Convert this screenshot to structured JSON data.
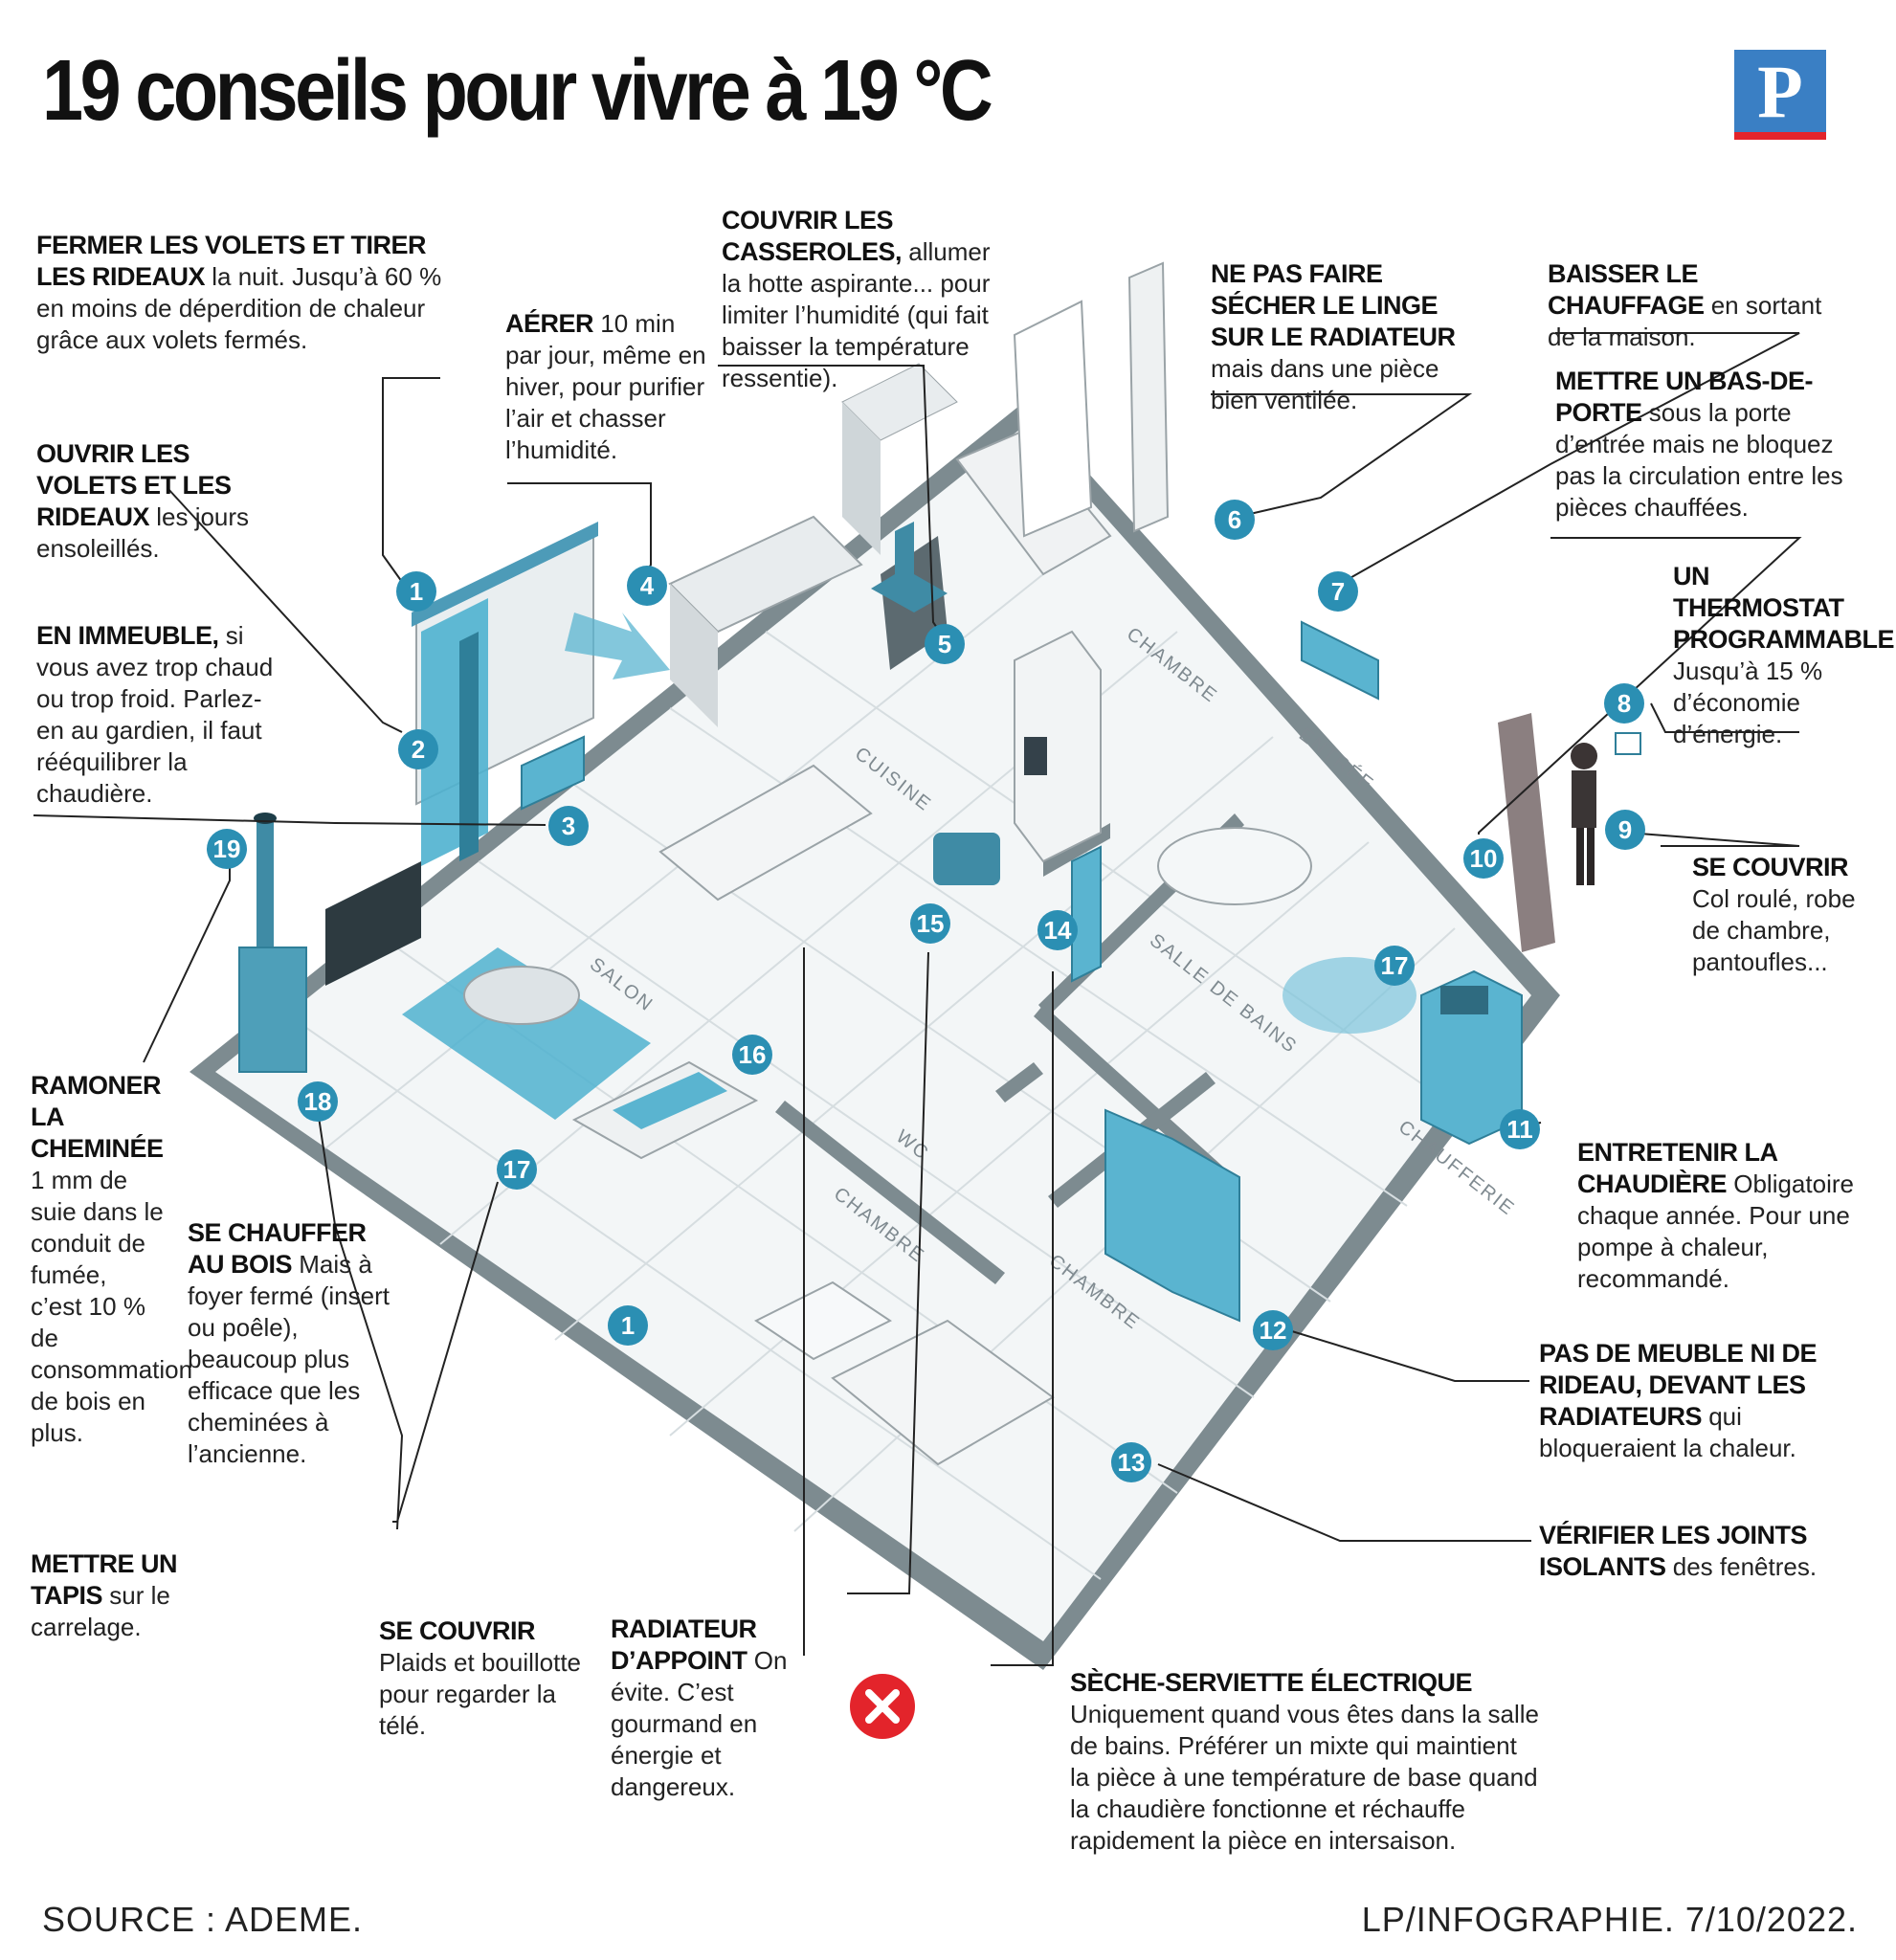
{
  "title": "19 conseils pour vivre à 19 °C",
  "logo_letter": "P",
  "colors": {
    "accent": "#2b8fb3",
    "floor": "#7d8b90",
    "appliance": "#5ab4d0",
    "warning": "#e3242b"
  },
  "tips": {
    "t1": {
      "head": "FERMER LES VOLETS ET TIRER LES RIDEAUX",
      "body": " la nuit. Jusqu’à 60 % en moins de déperdition de chaleur grâce aux volets fermés."
    },
    "t1b": {
      "head": "OUVRIR LES VOLETS ET LES RIDEAUX",
      "body": " les jours ensoleillés."
    },
    "t2": {
      "head": "EN IMMEUBLE,",
      "body": " si vous avez trop chaud ou trop froid. Parlez-en au gardien, il faut rééquilibrer la chaudière."
    },
    "t4": {
      "head": "AÉRER",
      "body": " 10 min par jour, même en hiver, pour purifier l’air et chasser l’humidité."
    },
    "t5": {
      "head": "COUVRIR LES CASSEROLES,",
      "body": " allumer la hotte aspirante... pour limiter l’humidité (qui fait baisser la température ressentie)."
    },
    "t6": {
      "head": "NE PAS FAIRE SÉCHER LE LINGE SUR LE RADIATEUR",
      "body": " mais dans une pièce bien ventilée."
    },
    "t7": {
      "head": "BAISSER LE CHAUFFAGE",
      "body": " en sortant de la maison."
    },
    "t10": {
      "head": "METTRE UN BAS-DE-PORTE",
      "body": " sous la porte d’entrée mais ne bloquez pas la circulation entre les pièces chauffées."
    },
    "t8": {
      "head": "UN THERMOSTAT PROGRAMMABLE",
      "body": " Jusqu’à 15 % d’économie d’énergie."
    },
    "t9": {
      "head": "SE COUVRIR",
      "body": " Col roulé, robe de chambre, pantoufles..."
    },
    "t11": {
      "head": "ENTRETENIR LA CHAUDIÈRE",
      "body": " Obligatoire chaque année. Pour une pompe à chaleur, recommandé."
    },
    "t12": {
      "head": "PAS DE MEUBLE NI DE RIDEAU, DEVANT LES RADIATEURS",
      "body": " qui bloqueraient la chaleur."
    },
    "t13": {
      "head": "VÉRIFIER LES JOINTS ISOLANTS",
      "body": " des fenêtres."
    },
    "t14": {
      "head": "SÈCHE-SERVIETTE ÉLECTRIQUE",
      "body": " Uniquement quand vous êtes dans la salle de bains. Préférer un mixte qui maintient la pièce à une température de base quand la chaudière fonctionne et réchauffe rapidement la pièce en intersaison."
    },
    "t15": {
      "head": "RADIATEUR D’APPOINT",
      "body": " On évite. C’est gourmand en énergie et dangereux."
    },
    "t16": {
      "head": "SE COUVRIR",
      "body": " Plaids et bouillotte pour regarder la télé."
    },
    "t17": {
      "head": "METTRE UN TAPIS",
      "body": " sur le carrelage."
    },
    "t18": {
      "head": "SE CHAUFFER AU BOIS",
      "body": " Mais à foyer fermé (insert ou poêle), beaucoup plus efficace que les cheminées à l’ancienne."
    },
    "t19": {
      "head": "RAMONER LA CHEMINÉE",
      "body": " 1 mm de suie dans le conduit de fumée, c’est 10 % de consommation de bois en plus."
    }
  },
  "markers": [
    "1",
    "2",
    "3",
    "4",
    "5",
    "6",
    "7",
    "8",
    "9",
    "10",
    "11",
    "12",
    "13",
    "14",
    "15",
    "16",
    "17",
    "18",
    "19",
    "1",
    "17"
  ],
  "rooms": [
    "CHAMBRE",
    "ENTRÉE",
    "CUISINE",
    "SALON",
    "SALLE DE BAINS",
    "WC",
    "CHAMBRE",
    "CHAMBRE",
    "CHAUFFERIE"
  ],
  "footer": {
    "source": "SOURCE : ADEME.",
    "credit": "LP/INFOGRAPHIE.  7/10/2022."
  }
}
